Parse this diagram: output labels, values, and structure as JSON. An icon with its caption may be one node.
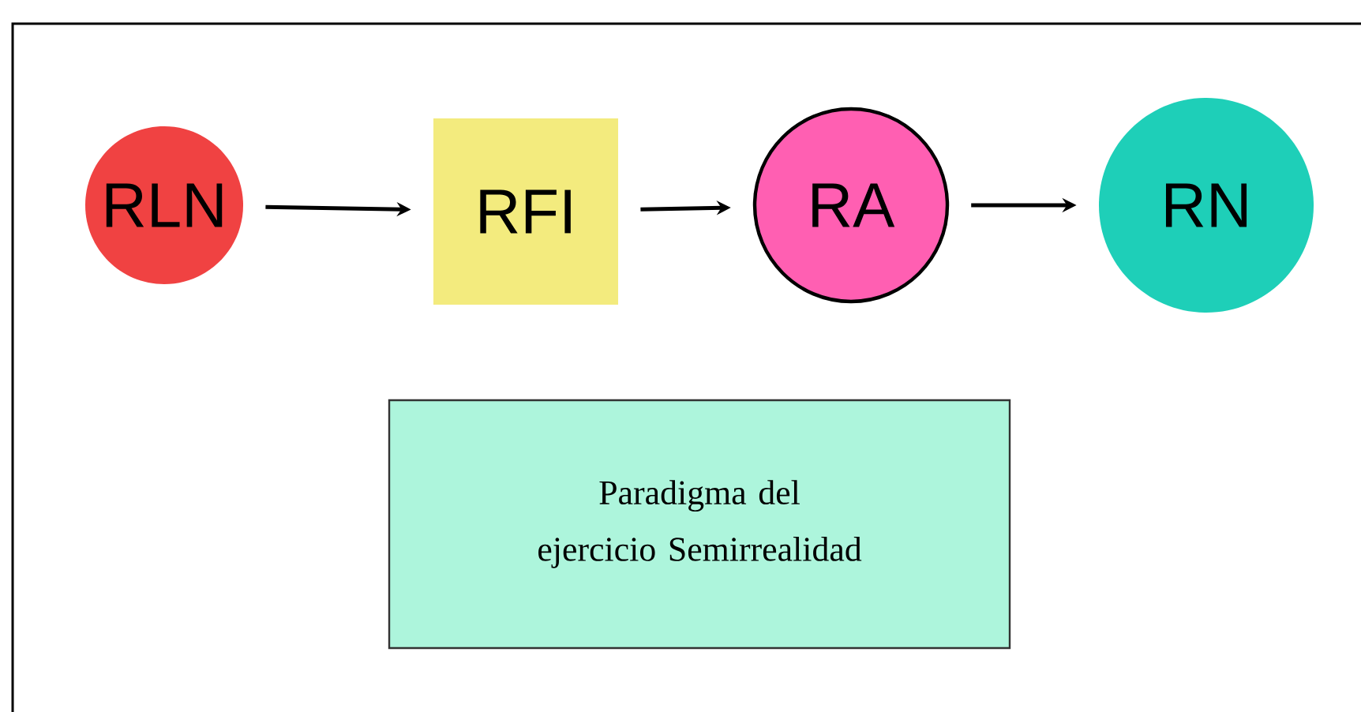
{
  "diagram": {
    "nodes": [
      {
        "text": [
          "RLN"
        ]
      },
      {
        "text": [
          "RFI"
        ]
      },
      {
        "text": [
          "RA"
        ]
      },
      {
        "text": [
          "RN"
        ]
      },
      {
        "text": [
          "Paradigma del ejercicio Semirrealidad"
        ]
      }
    ],
    "edges": [
      {
        "from": 0,
        "to": 1,
        "arrow": "to"
      },
      {
        "from": 1,
        "to": 2,
        "arrow": "to"
      },
      {
        "from": 2,
        "to": 3,
        "arrow": "to"
      }
    ]
  }
}
